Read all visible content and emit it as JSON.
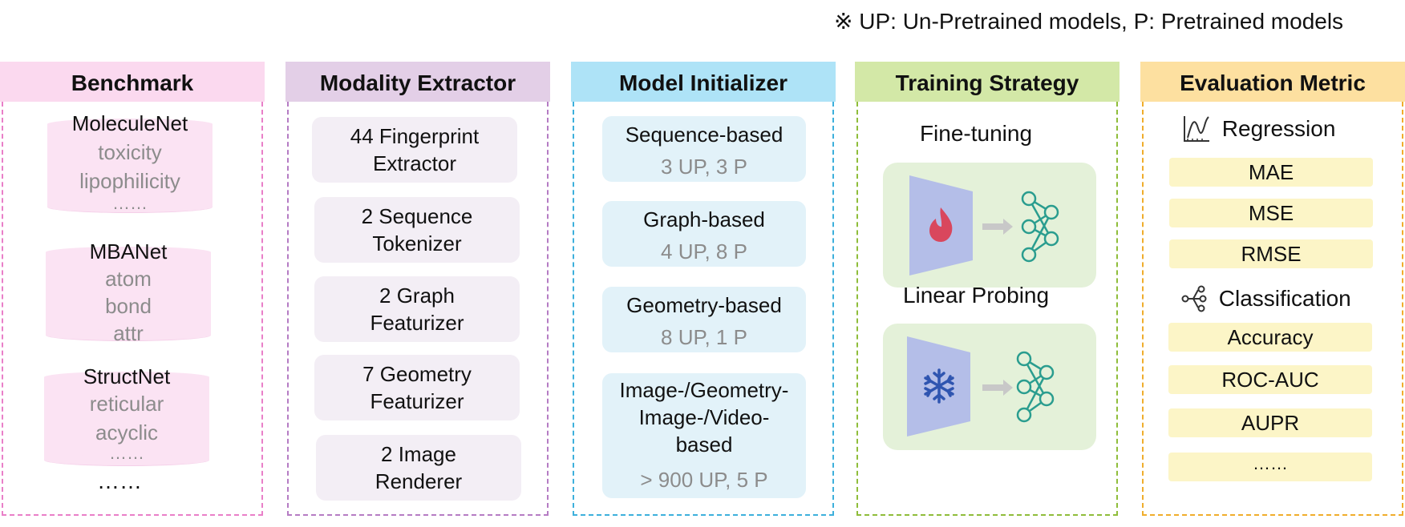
{
  "note": "※ UP: Un-Pretrained models, P: Pretrained models",
  "benchmark": {
    "header": "Benchmark",
    "stacks": [
      {
        "title": "MoleculeNet",
        "items": [
          "toxicity",
          "lipophilicity",
          "……"
        ]
      },
      {
        "title": "MBANet",
        "items": [
          "atom",
          "bond",
          "attr"
        ]
      },
      {
        "title": "StructNet",
        "items": [
          "reticular",
          "acyclic",
          "……"
        ]
      }
    ],
    "more": "……"
  },
  "modality": {
    "header": "Modality Extractor",
    "items": [
      {
        "line1": "44 Fingerprint",
        "line2": "Extractor"
      },
      {
        "line1": "2 Sequence",
        "line2": "Tokenizer"
      },
      {
        "line1": "2 Graph",
        "line2": "Featurizer"
      },
      {
        "line1": "7 Geometry",
        "line2": "Featurizer"
      },
      {
        "line1": "2 Image",
        "line2": "Renderer"
      }
    ]
  },
  "initializer": {
    "header": "Model Initializer",
    "items": [
      {
        "name": "Sequence-based",
        "count": "3 UP, 3 P"
      },
      {
        "name": "Graph-based",
        "count": "4 UP, 8 P"
      },
      {
        "name": "Geometry-based",
        "count": "8 UP, 1 P"
      },
      {
        "name1": "Image-/Geometry-",
        "name2": "Image-/Video-",
        "name3": "based",
        "count": "> 900 UP, 5 P"
      }
    ]
  },
  "training": {
    "header": "Training Strategy",
    "finetune_label": "Fine-tuning",
    "probe_label": "Linear Probing",
    "icons": {
      "finetune": "flame-icon",
      "probe": "snowflake-icon",
      "arrow": "arrow-right-icon",
      "network": "neural-network-icon"
    },
    "colors": {
      "flame": "#d9475d",
      "snow": "#2f55b0",
      "trapezoid": "#b4bee8",
      "network": "#2a9d8f",
      "arrow": "#c8c8c8"
    }
  },
  "evaluation": {
    "header": "Evaluation Metric",
    "regression_label": "Regression",
    "regression_metrics": [
      "MAE",
      "MSE",
      "RMSE"
    ],
    "classification_label": "Classification",
    "classification_metrics": [
      "Accuracy",
      "ROC-AUC",
      "AUPR",
      "……"
    ],
    "icons": {
      "regression": "line-chart-icon",
      "classification": "branch-tree-icon"
    }
  }
}
